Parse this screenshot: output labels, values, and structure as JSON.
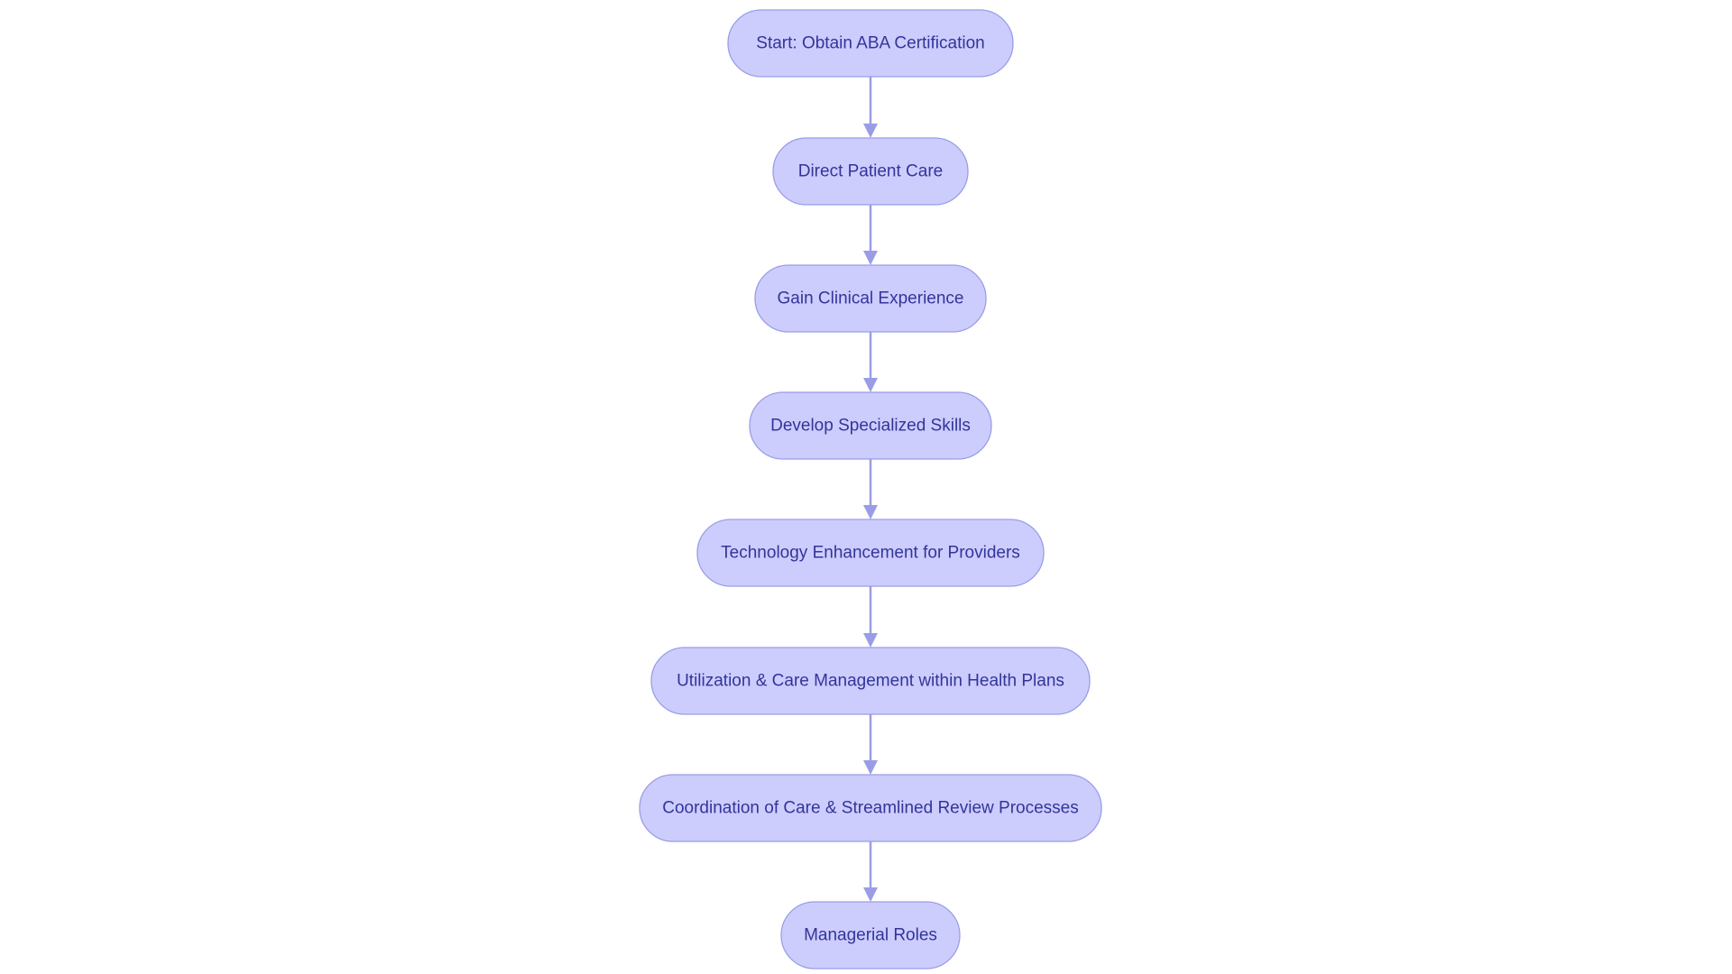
{
  "diagram": {
    "type": "flowchart",
    "direction": "top-to-bottom",
    "colors": {
      "node_fill": "#cccdfd",
      "node_stroke": "#9a9de6",
      "node_text": "#33349a",
      "edge": "#9a9de6",
      "background": "#ffffff"
    },
    "nodes": [
      {
        "id": "n1",
        "label": "Start: Obtain ABA Certification"
      },
      {
        "id": "n2",
        "label": "Direct Patient Care"
      },
      {
        "id": "n3",
        "label": "Gain Clinical Experience"
      },
      {
        "id": "n4",
        "label": "Develop Specialized Skills"
      },
      {
        "id": "n5",
        "label": "Technology Enhancement for Providers"
      },
      {
        "id": "n6",
        "label": "Utilization & Care Management within Health Plans"
      },
      {
        "id": "n7",
        "label": "Coordination of Care & Streamlined Review Processes"
      },
      {
        "id": "n8",
        "label": "Managerial Roles"
      }
    ],
    "edges": [
      {
        "from": "n1",
        "to": "n2"
      },
      {
        "from": "n2",
        "to": "n3"
      },
      {
        "from": "n3",
        "to": "n4"
      },
      {
        "from": "n4",
        "to": "n5"
      },
      {
        "from": "n5",
        "to": "n6"
      },
      {
        "from": "n6",
        "to": "n7"
      },
      {
        "from": "n7",
        "to": "n8"
      }
    ]
  }
}
